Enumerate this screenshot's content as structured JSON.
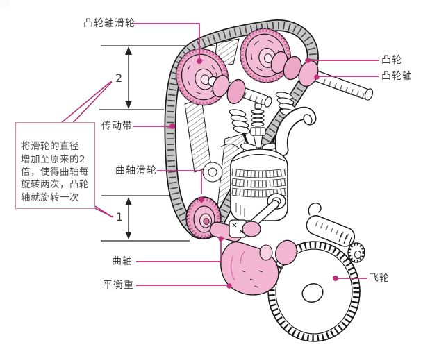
{
  "figure": {
    "title_hint": "engine-camshaft-crankshaft-belt-diagram",
    "callout": {
      "text": "将滑轮的直径\n增加至原来的2\n倍，使得曲轴每\n旋转两次，凸轮\n轴就旋转一次"
    },
    "labels": {
      "cam_pulley": "凸轮轴滑轮",
      "belt": "传动带",
      "crank_pulley": "曲轴滑轮",
      "crankshaft": "曲轴",
      "counterweight": "平衡重",
      "cam": "凸轮",
      "camshaft": "凸轮轴",
      "flywheel": "飞轮"
    },
    "dimensions": {
      "top_ratio": "2",
      "bottom_ratio": "1"
    },
    "colors": {
      "leader_line": "#bf2e78",
      "callout_border": "#d684a8",
      "pink_light": "#f3bcd6",
      "pink_mid": "#eda6c6",
      "pink_dark": "#d4719f",
      "belt_gray": "#c8c8c8",
      "outline": "#1a1a1a",
      "text": "#3b3b3b"
    }
  }
}
